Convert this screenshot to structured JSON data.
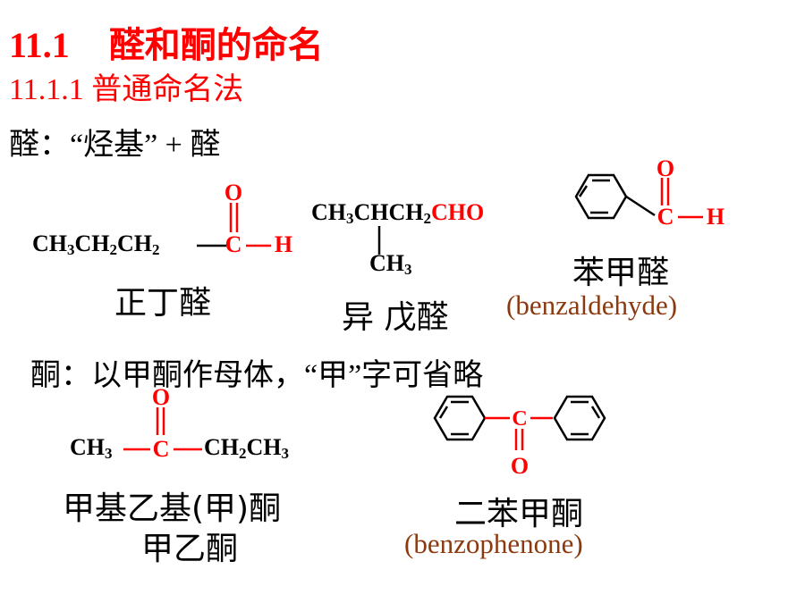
{
  "heading": {
    "section_number": "11.1",
    "section_title": "醛和酮的命名",
    "subsection": "11.1.1 普通命名法"
  },
  "aldehyde_rule": "醛：“烃基” + 醛",
  "ketone_rule": "酮：以甲酮作母体，“甲”字可省略",
  "atoms": {
    "O": "O",
    "C": "C",
    "H": "H"
  },
  "aldehydes": [
    {
      "formula_parts": [
        "CH",
        "3",
        "CH",
        "2",
        "CH",
        "2"
      ],
      "name": "正丁醛"
    },
    {
      "formula_parts": [
        "CH",
        "3",
        "CHCH",
        "2"
      ],
      "group": "CHO",
      "branch": [
        "CH",
        "3"
      ],
      "name": "异 戊醛"
    },
    {
      "name": "苯甲醛",
      "english": "(benzaldehyde)"
    }
  ],
  "ketones": [
    {
      "left": [
        "CH",
        "3"
      ],
      "right": [
        "CH",
        "2",
        "CH",
        "3"
      ],
      "name": "甲基乙基(甲)酮",
      "alt_name": "甲乙酮"
    },
    {
      "name": "二苯甲酮",
      "english": "(benzophenone)"
    }
  ],
  "colors": {
    "accent": "#ff0000",
    "english_name": "#8b3a0f",
    "text": "#000000"
  }
}
